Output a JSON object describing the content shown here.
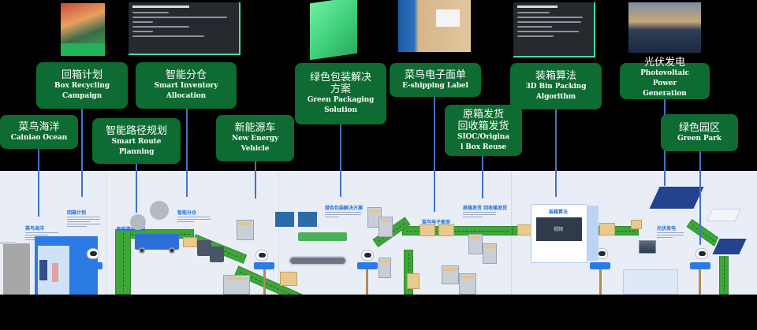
{
  "labels": [
    {
      "id": "cainiao-ocean",
      "zh": "菜鸟海洋",
      "en": "Cainiao Ocean"
    },
    {
      "id": "box-recycling",
      "zh": "回箱计划",
      "en": "Box Recycling Campaign"
    },
    {
      "id": "smart-route",
      "zh": "智能路径规划",
      "en": "Smart Route Planning"
    },
    {
      "id": "smart-inventory",
      "zh": "智能分仓",
      "en": "Smart Inventory Allocation"
    },
    {
      "id": "new-energy",
      "zh": "新能源车",
      "en": "New Energy Vehicle"
    },
    {
      "id": "green-packaging",
      "zh": "绿色包装解决方案",
      "en": "Green Packaging Solution"
    },
    {
      "id": "e-shipping",
      "zh": "菜鸟电子面单",
      "en": "E-shipping Label"
    },
    {
      "id": "sioc",
      "zh": "原箱发货 回收箱发货",
      "en": "SIOC/Original Box Reuse"
    },
    {
      "id": "3d-bin",
      "zh": "装箱算法",
      "en": "3D Bin Packing Algorithm"
    },
    {
      "id": "photovoltaic",
      "zh": "光伏发电",
      "en": "Photovoltaic Power Generation"
    },
    {
      "id": "green-park",
      "zh": "绿色园区",
      "en": "Green Park"
    }
  ],
  "label_text": {
    "cainiao_ocean_zh": "菜鸟海洋",
    "cainiao_ocean_en": "Cainiao Ocean",
    "box_recycling_zh": "回箱计划",
    "box_recycling_en1": "Box Recycling",
    "box_recycling_en2": "Campaign",
    "smart_route_zh": "智能路径规划",
    "smart_route_en1": "Smart Route",
    "smart_route_en2": "Planning",
    "smart_inventory_zh": "智能分仓",
    "smart_inventory_en1": "Smart Inventory",
    "smart_inventory_en2": "Allocation",
    "new_energy_zh": "新能源车",
    "new_energy_en1": "New Energy",
    "new_energy_en2": "Vehicle",
    "green_packaging_zh1": "绿色包装解决",
    "green_packaging_zh2": "方案",
    "green_packaging_en1": "Green Packaging",
    "green_packaging_en2": "Solution",
    "e_shipping_zh": "菜鸟电子面单",
    "e_shipping_en": "E-shipping Label",
    "sioc_zh1": "原箱发货",
    "sioc_zh2": "回收箱发货",
    "sioc_en1": "SIOC/Origina",
    "sioc_en2": "l Box Reuse",
    "bin_packing_zh": "装箱算法",
    "bin_packing_en1": "3D Bin Packing",
    "bin_packing_en2": "Algorithm",
    "photovoltaic_zh": "光伏发电",
    "photovoltaic_en1": "Photovoltaic",
    "photovoltaic_en2": "Power",
    "photovoltaic_en3": "Generation",
    "green_park_zh": "绿色园区",
    "green_park_en": "Green Park"
  },
  "scene": {
    "section_titles": {
      "cainiao_ocean": "菜鸟海洋",
      "box_recycling": "回箱计划",
      "smart_route": "智能路径规划",
      "smart_inventory": "智能分仓",
      "green_packaging": "绿色包装解决方案",
      "e_shipping": "菜鸟电子面单",
      "sioc": "原箱发货 回收箱发货",
      "bin_packing": "装箱算法",
      "photovoltaic": "光伏发电"
    },
    "video_placeholder": "视频"
  },
  "colors": {
    "label_bg": "#0e6b31",
    "connector": "#4472c4",
    "scene_bg": "#e9eef6",
    "conveyor": "#3fa63a",
    "scene_title": "#1f6fdc",
    "background": "#000000"
  }
}
